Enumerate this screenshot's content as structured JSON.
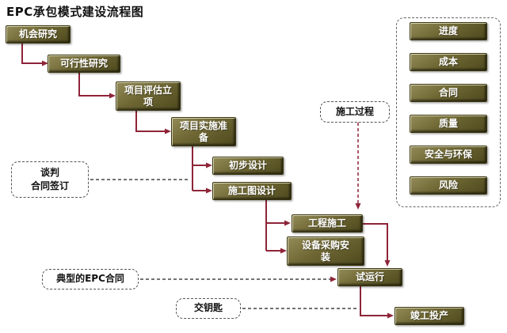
{
  "title": "EPC承包模式建设流程图",
  "colors": {
    "node_background": "#6e6734",
    "node_text": "#ffffff",
    "arrow": "#8e2438",
    "dashed_line": "#444444",
    "background": "#ffffff"
  },
  "nodes": [
    {
      "id": "opportunity-research",
      "label": "机会研究"
    },
    {
      "id": "feasibility-study",
      "label": "可行性研究"
    },
    {
      "id": "project-evaluation",
      "label": "项目评估立项"
    },
    {
      "id": "implementation-preparation",
      "label": "项目实施准备"
    },
    {
      "id": "preliminary-design",
      "label": "初步设计"
    },
    {
      "id": "construction-drawing-design",
      "label": "施工图设计"
    },
    {
      "id": "engineering-construction",
      "label": "工程施工"
    },
    {
      "id": "equipment-procurement",
      "label": "设备采购安装"
    },
    {
      "id": "trial-run",
      "label": "试运行"
    },
    {
      "id": "completion-production",
      "label": "竣工投产"
    }
  ],
  "callouts": [
    {
      "id": "negotiation-contract",
      "label": "谈判\n合同签订"
    },
    {
      "id": "construction-process",
      "label": "施工过程"
    },
    {
      "id": "typical-epc-contract",
      "label": "典型的EPC合同"
    },
    {
      "id": "turnkey",
      "label": "交钥匙"
    }
  ],
  "management_panel": {
    "items": [
      {
        "id": "progress",
        "label": "进度"
      },
      {
        "id": "cost",
        "label": "成本"
      },
      {
        "id": "contract",
        "label": "合同"
      },
      {
        "id": "quality",
        "label": "质量"
      },
      {
        "id": "safety-environment",
        "label": "安全与环保"
      },
      {
        "id": "risk",
        "label": "风险"
      }
    ]
  }
}
